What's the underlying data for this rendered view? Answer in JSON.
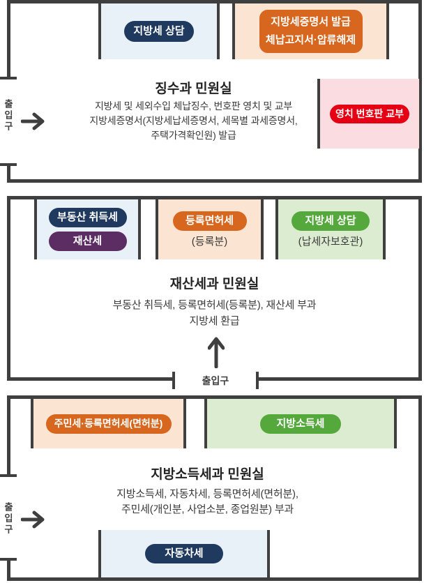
{
  "colors": {
    "wall": "#3f3f3f",
    "pill_navy": "#1f3a5e",
    "pill_orange": "#d7671f",
    "pill_purple": "#5c2d63",
    "pill_green": "#55a83b",
    "pill_red": "#e60013",
    "zone_blue_bg": "#e9f1f8",
    "zone_peach_bg": "#fce4d3",
    "zone_pink_bg": "#fadce1",
    "zone_green_bg": "#dcecd1",
    "text": "#3a3a3a"
  },
  "icons": {
    "entrance_right": "arrow-right",
    "entrance_up": "arrow-up"
  },
  "sections": [
    {
      "name": "collection-division",
      "title": "징수과 민원실",
      "description": [
        "지방세 및 세외수입 체납징수, 번호판 영치 및 교부",
        "지방세증명서(지방세납세증명서, 세목별 과세증명서,",
        "주택가격확인원) 발급"
      ],
      "entrance_label": "출입구",
      "zones": [
        {
          "name": "local-tax-consult",
          "pills": [
            {
              "label": "지방세 상담"
            }
          ]
        },
        {
          "name": "certificate-issue",
          "pills": [
            {
              "line1": "지방세증명서 발급",
              "line2": "체납고지서·압류해제"
            }
          ]
        },
        {
          "name": "plate-return",
          "pills": [
            {
              "label": "영치 번호판 교부"
            }
          ]
        }
      ]
    },
    {
      "name": "property-tax-division",
      "title": "재산세과 민원실",
      "description": [
        "부동산 취득세, 등록면허세(등록분), 재산세 부과",
        "지방세 환급"
      ],
      "entrance_label": "출입구",
      "zones": [
        {
          "name": "acquisition-property",
          "pills": [
            {
              "label": "부동산 취득세"
            },
            {
              "label": "재산세"
            }
          ]
        },
        {
          "name": "registration-license",
          "pills": [
            {
              "label": "등록면허세"
            }
          ],
          "sub_label": "(등록분)"
        },
        {
          "name": "taxpayer-protection",
          "pills": [
            {
              "label": "지방세 상담"
            }
          ],
          "sub_label": "(납세자보호관)"
        }
      ]
    },
    {
      "name": "local-income-tax-division",
      "title": "지방소득세과 민원실",
      "description": [
        "지방소득세, 자동차세, 등록면허세(면허분),",
        "주민세(개인분, 사업소분, 종업원분) 부과"
      ],
      "entrance_label": "출입구",
      "zones": [
        {
          "name": "resident-license-tax",
          "pills": [
            {
              "label": "주민세·등록면허세(면허분)"
            }
          ]
        },
        {
          "name": "local-income-tax",
          "pills": [
            {
              "label": "지방소득세"
            }
          ]
        },
        {
          "name": "automobile-tax",
          "pills": [
            {
              "label": "자동차세"
            }
          ]
        }
      ]
    }
  ]
}
